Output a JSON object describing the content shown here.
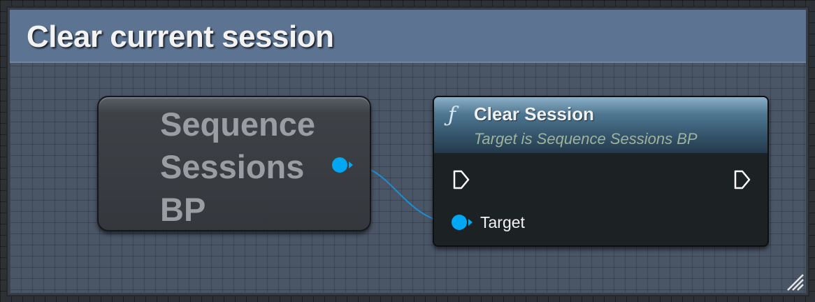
{
  "comment": {
    "title": "Clear current session"
  },
  "variable_node": {
    "title": "Sequence Sessions BP",
    "title_lines": [
      "Sequence",
      "Sessions",
      "BP"
    ]
  },
  "function_node": {
    "icon": "function-icon",
    "icon_glyph": "ƒ",
    "title": "Clear Session",
    "subtitle": "Target is Sequence Sessions BP",
    "target_label": "Target"
  },
  "colors": {
    "comment_header": "#5c7391",
    "comment_body": "#4a5565",
    "object_pin": "#00a8f3",
    "exec_pin": "#ffffff",
    "wire": "#1a8fd6"
  }
}
